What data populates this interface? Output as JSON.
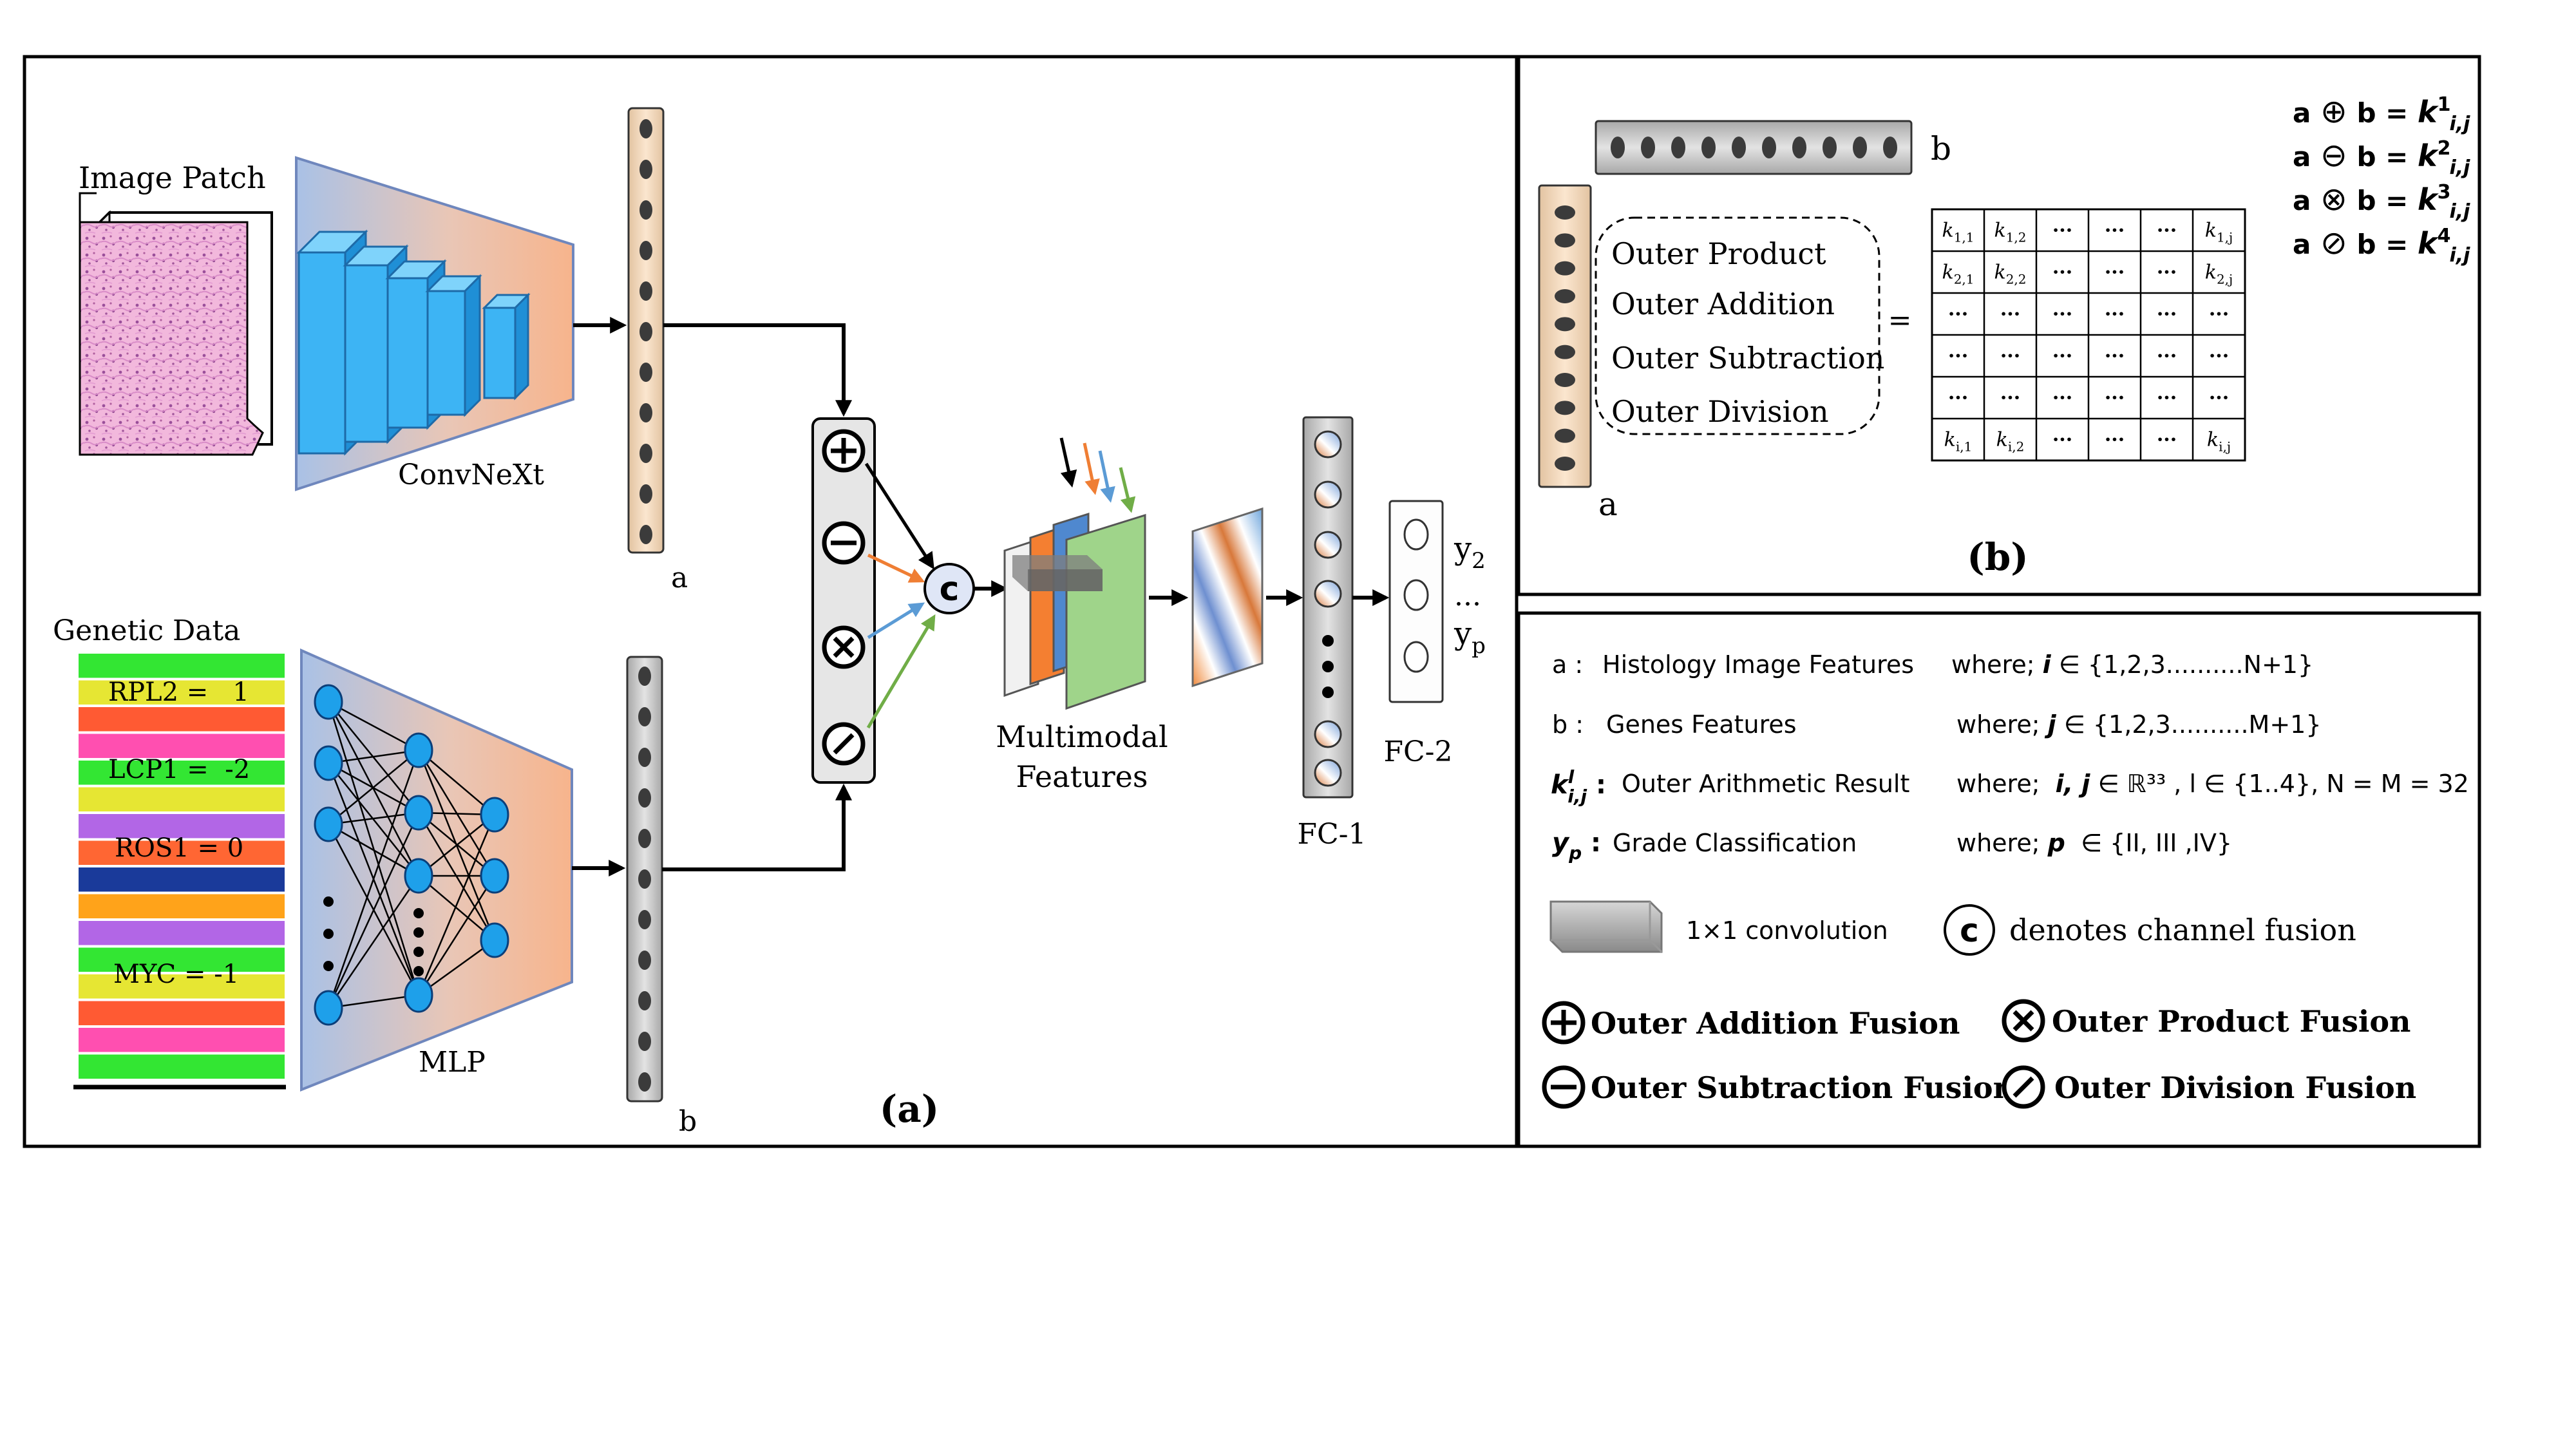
{
  "panel_a": {
    "label": "(a)",
    "image_patch_label": "Image Patch",
    "convnext_label": "ConvNeXt",
    "genetic_data_label": "Genetic Data",
    "gene_rows": [
      {
        "text": "RPL2 =   1"
      },
      {
        "text": "LCP1 =  -2"
      },
      {
        "text": "ROS1 = 0"
      },
      {
        "text": "MYC = -1"
      }
    ],
    "mlp_label": "MLP",
    "vector_a_label": "a",
    "vector_b_label": "b",
    "channel_fusion_symbol": "c",
    "multimodal_line1": "Multimodal",
    "multimodal_line2": "Features",
    "fc1_label": "FC-1",
    "fc2_label": "FC-2",
    "output_y2": "y",
    "output_y2_sub": "2",
    "output_ellipsis": "...",
    "output_yp": "y",
    "output_yp_sub": "p"
  },
  "panel_b": {
    "label": "(b)",
    "row_vector_label": "b",
    "col_vector_label": "a",
    "operations": [
      "Outer Product",
      "Outer Addition",
      "Outer Subtraction",
      "Outer Division"
    ],
    "equals": "=",
    "matrix": [
      [
        "k1,1",
        "k1,2",
        "···",
        "···",
        "···",
        "k1,j"
      ],
      [
        "k2,1",
        "k2,2",
        "···",
        "···",
        "···",
        "k2,j"
      ],
      [
        "···",
        "···",
        "···",
        "···",
        "···",
        "···"
      ],
      [
        "···",
        "···",
        "···",
        "···",
        "···",
        "···"
      ],
      [
        "···",
        "···",
        "···",
        "···",
        "···",
        "···"
      ],
      [
        "ki,1",
        "ki,2",
        "···",
        "···",
        "···",
        "ki,j"
      ]
    ],
    "equations": [
      {
        "lhs": "a",
        "op": "⊕",
        "rhs": "b =",
        "k": "k",
        "sup": "1",
        "sub": "i,j"
      },
      {
        "lhs": "a",
        "op": "⊖",
        "rhs": "b =",
        "k": "k",
        "sup": "2",
        "sub": "i,j"
      },
      {
        "lhs": "a",
        "op": "⊗",
        "rhs": "b =",
        "k": "k",
        "sup": "3",
        "sub": "i,j"
      },
      {
        "lhs": "a",
        "op": "⊘",
        "rhs": "b =",
        "k": "k",
        "sup": "4",
        "sub": "i,j"
      }
    ]
  },
  "legend": {
    "rows": [
      {
        "sym": "a :",
        "desc": "Histology Image Features",
        "where": "where; ",
        "var": "i",
        "cond": " ∈ {1,2,3..........N+1}"
      },
      {
        "sym": "b :",
        "desc": "Genes Features",
        "where": "where; ",
        "var": "j",
        "cond": " ∈ {1,2,3..........M+1}"
      },
      {
        "sym": "k",
        "sym_sup": "l",
        "sym_sub": "i,j",
        "sym_tail": " :",
        "desc": "Outer Arithmetic Result",
        "where": "where;  ",
        "var": "i, j",
        "cond": " ∈ ℝ³³ , l ∈ {1..4}, N = M = 32"
      },
      {
        "sym": "y",
        "sym_sub": "p",
        "sym_tail": " :",
        "desc": "Grade Classification",
        "where": "where; ",
        "var": "p",
        "cond": "  ∈ {II, III ,IV}"
      }
    ],
    "conv_label": "1×1 convolution",
    "channel_symbol": "c",
    "channel_label": "denotes channel fusion",
    "fusion_addition": "Outer Addition Fusion",
    "fusion_product": "Outer Product Fusion",
    "fusion_subtraction": "Outer Subtraction Fusion",
    "fusion_division": "Outer Division Fusion"
  },
  "colors": {
    "convnext_block": "#3db4f4",
    "gene_bars": [
      "#33e633",
      "#e6e633",
      "#ff5a33",
      "#ff4fb0",
      "#33e633",
      "#e6e633",
      "#b266e6",
      "#ff6633",
      "#1a3a9a",
      "#ffa31a",
      "#b266e6",
      "#33e633",
      "#e6e633",
      "#ff5a33",
      "#ff4fb0",
      "#33e633"
    ],
    "arrow_orange": "#ef7e34",
    "arrow_blue": "#5b9bd5",
    "arrow_green": "#70ad47",
    "feature_orange": "#f47f31",
    "feature_blue": "#4f88cf",
    "feature_green": "#9fd48a"
  }
}
